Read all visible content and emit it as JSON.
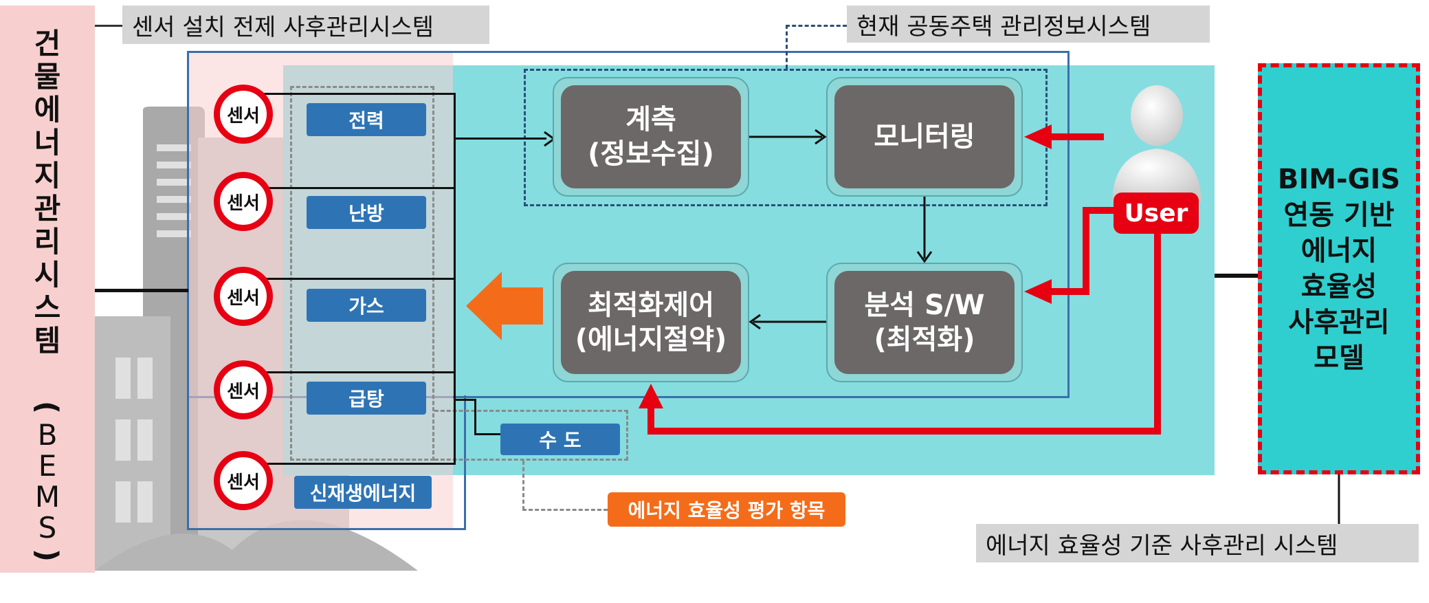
{
  "bems": {
    "chars": [
      "건",
      "물",
      "에",
      "너",
      "지",
      "관",
      "리",
      "시",
      "스",
      "템",
      "(",
      "B",
      "E",
      "M",
      "S",
      ")"
    ]
  },
  "labels": {
    "sensor_premise": "센서 설치 전제 사후관리시스템",
    "current_system": "현재 공동주택 관리정보시스템",
    "efficiency_standard": "에너지 효율성 기준 사후관리 시스템",
    "evaluation_items": "에너지 효율성 평가 항목"
  },
  "sensor_label": "센서",
  "categories": [
    "전력",
    "난방",
    "가스",
    "급탕"
  ],
  "water": "수 도",
  "renewable": "신재생에너지",
  "processes": {
    "measure": {
      "line1": "계측",
      "line2": "(정보수집)"
    },
    "monitor": {
      "line1": "모니터링"
    },
    "analysis": {
      "line1": "분석 S/W",
      "line2": "(최적화)"
    },
    "control": {
      "line1": "최적화제어",
      "line2": "(에너지절약)"
    }
  },
  "user": {
    "label": "User"
  },
  "bim_model": {
    "lines": [
      "BIM-GIS",
      "연동 기반",
      "에너지",
      "효율성",
      "사후관리",
      "모델"
    ]
  },
  "colors": {
    "accent_red": "#e60012",
    "cyan_area": "#85dde0",
    "process_gray": "#6c6868",
    "category_blue": "#2e74b5",
    "eval_orange": "#f46c1a",
    "bim_cyan": "#2fcfcf",
    "bems_pink": "#f8cfcf"
  }
}
